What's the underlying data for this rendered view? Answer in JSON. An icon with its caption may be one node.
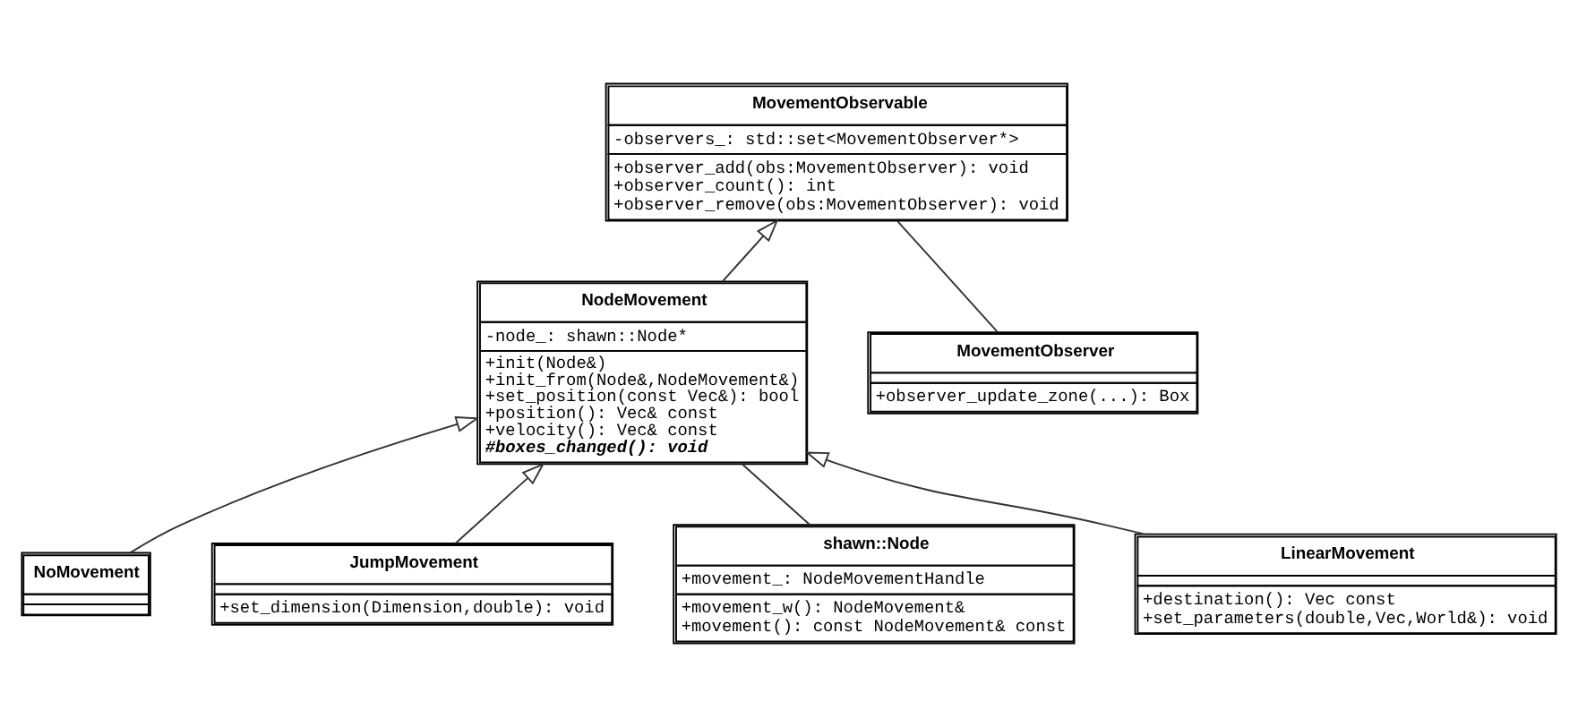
{
  "diagram": {
    "nodes": [
      {
        "text": [
          "MovementObservable",
          "-observers_: std::set<MovementObserver*>",
          "+observer_add(obs:MovementObserver): void",
          "+observer_count(): int",
          "+observer_remove(obs:MovementObserver): void"
        ]
      },
      {
        "text": [
          "NodeMovement",
          "-node_: shawn::Node*",
          "+init(Node&)",
          "+init_from(Node&,NodeMovement&)",
          "+set_position(const Vec&): bool",
          "+position(): Vec& const",
          "+velocity(): Vec& const",
          "#boxes_changed(): void"
        ]
      },
      {
        "text": [
          "MovementObserver",
          "+observer_update_zone(...): Box"
        ]
      },
      {
        "text": [
          "NoMovement"
        ]
      },
      {
        "text": [
          "JumpMovement",
          "+set_dimension(Dimension,double): void"
        ]
      },
      {
        "text": [
          "shawn::Node",
          "+movement_: NodeMovementHandle",
          "+movement_w(): NodeMovement&",
          "+movement(): const NodeMovement& const"
        ]
      },
      {
        "text": [
          "LinearMovement",
          "+destination(): Vec const",
          "+set_parameters(double,Vec,World&): void"
        ]
      }
    ],
    "edges": [
      {
        "from": 1,
        "to": 0,
        "arrow": "to"
      },
      {
        "from": 2,
        "to": 0,
        "arrow": "none"
      },
      {
        "from": 3,
        "to": 1,
        "arrow": "to"
      },
      {
        "from": 6,
        "to": 1,
        "arrow": "to"
      },
      {
        "from": 4,
        "to": 1,
        "arrow": "to"
      },
      {
        "from": 5,
        "to": 1,
        "arrow": "none"
      }
    ]
  }
}
